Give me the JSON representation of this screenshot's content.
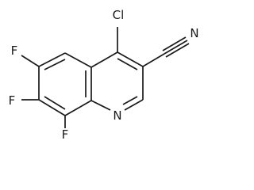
{
  "molecule": {
    "atoms": {
      "chlorine": "Cl",
      "fluorine_6": "F",
      "fluorine_7": "F",
      "fluorine_8": "F",
      "ring_nitrogen": "N",
      "nitrile_nitrogen": "N"
    },
    "colors": {
      "ink": "#1a1a1a",
      "background": "#ffffff"
    }
  }
}
